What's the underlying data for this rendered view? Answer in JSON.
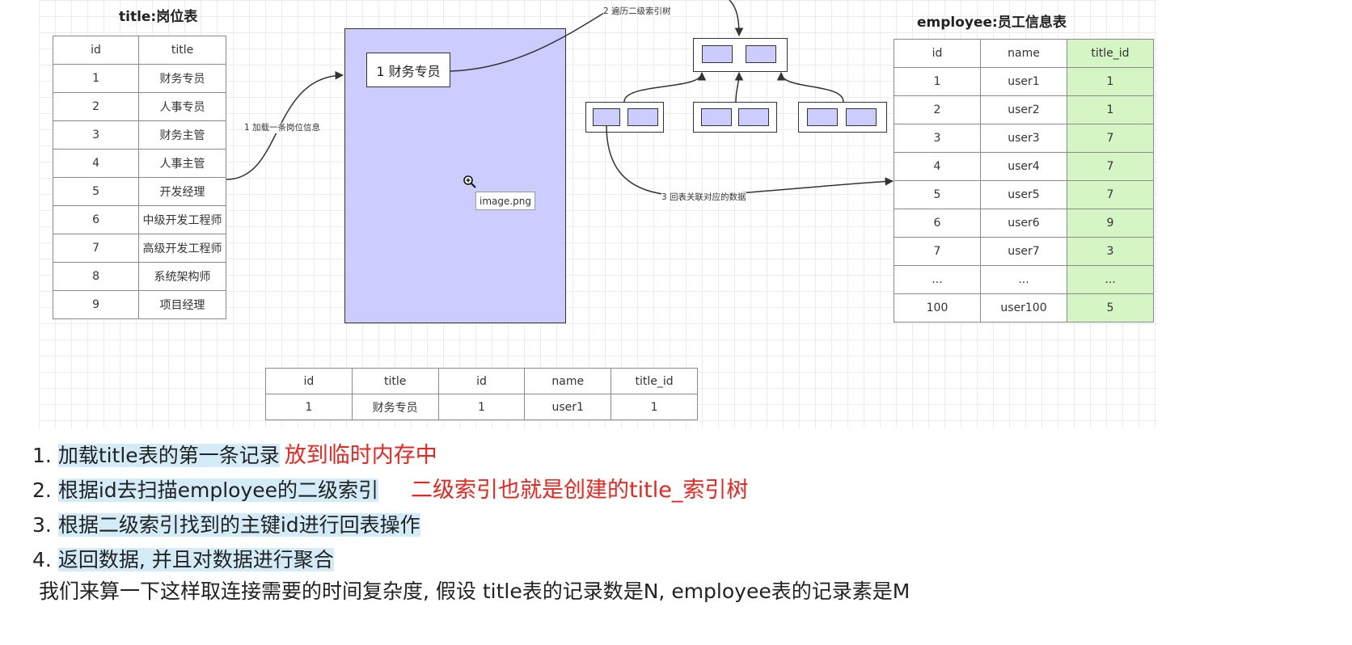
{
  "diagram": {
    "title_table": {
      "heading": "title:岗位表",
      "columns": [
        "id",
        "title"
      ],
      "rows": [
        [
          "1",
          "财务专员"
        ],
        [
          "2",
          "人事专员"
        ],
        [
          "3",
          "财务主管"
        ],
        [
          "4",
          "人事主管"
        ],
        [
          "5",
          "开发经理"
        ],
        [
          "6",
          "中级开发工程师"
        ],
        [
          "7",
          "高级开发工程师"
        ],
        [
          "8",
          "系统架构师"
        ],
        [
          "9",
          "项目经理"
        ]
      ]
    },
    "memory_record": "1 财务专员",
    "edge_labels": {
      "load": "1 加载一条岗位信息",
      "traverse": "2 遍历二级索引树",
      "lookup": "3 回表关联对应的数据"
    },
    "tooltip": "image.png",
    "employee_table": {
      "heading": "employee:员工信息表",
      "columns": [
        "id",
        "name",
        "title_id"
      ],
      "rows": [
        [
          "1",
          "user1",
          "1"
        ],
        [
          "2",
          "user2",
          "1"
        ],
        [
          "3",
          "user3",
          "7"
        ],
        [
          "4",
          "user4",
          "7"
        ],
        [
          "5",
          "user5",
          "7"
        ],
        [
          "6",
          "user6",
          "9"
        ],
        [
          "7",
          "user7",
          "3"
        ],
        [
          "...",
          "...",
          "..."
        ],
        [
          "100",
          "user100",
          "5"
        ]
      ],
      "highlight_column_color": "#d5f5c4"
    },
    "result_table": {
      "columns": [
        "id",
        "title",
        "id",
        "name",
        "title_id"
      ],
      "rows": [
        [
          "1",
          "财务专员",
          "1",
          "user1",
          "1"
        ]
      ]
    },
    "colors": {
      "memory_fill": "#ccccff",
      "index_cell_fill": "#ccccff",
      "annotation_red": "#e8261f",
      "step_highlight": "#d3ecf8"
    }
  },
  "notes": {
    "steps": [
      {
        "number": "1.",
        "text": "加载title表的第一条记录",
        "annotation": "放到临时内存中"
      },
      {
        "number": "2.",
        "text": "根据id去扫描employee的二级索引",
        "annotation": "二级索引也就是创建的title_索引树"
      },
      {
        "number": "3.",
        "text": "根据二级索引找到的主键id进行回表操作",
        "annotation": ""
      },
      {
        "number": "4.",
        "text": "返回数据, 并且对数据进行聚合",
        "annotation": ""
      }
    ],
    "summary": "我们来算一下这样取连接需要的时间复杂度, 假设 title表的记录数是N, employee表的记录素是M"
  }
}
